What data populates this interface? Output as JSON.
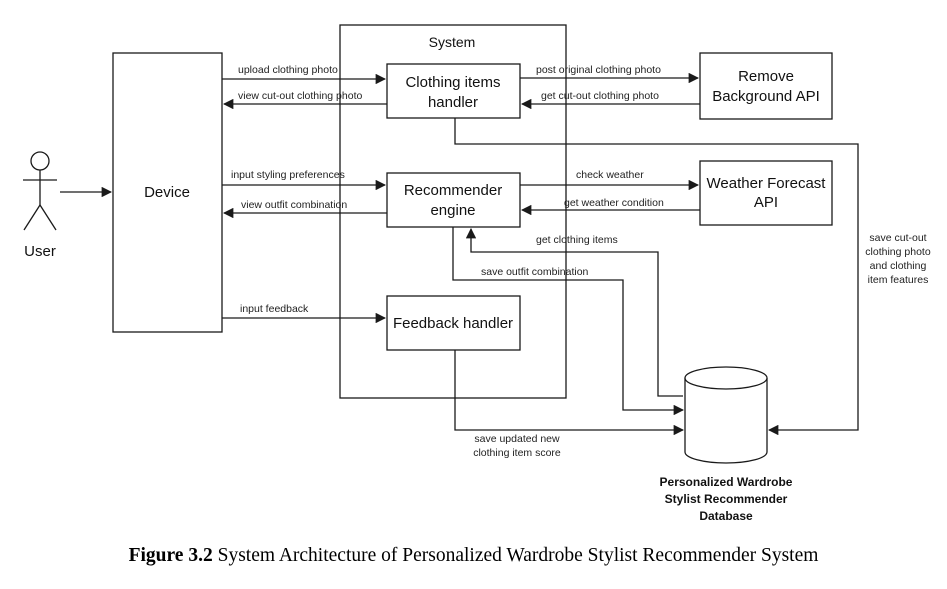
{
  "diagram": {
    "system_label": "System",
    "actor": {
      "label": "User"
    },
    "nodes": {
      "device": "Device",
      "clothing_handler": [
        "Clothing items",
        "handler"
      ],
      "remove_bg_api": [
        "Remove",
        "Background API"
      ],
      "recommender": [
        "Recommender",
        "engine"
      ],
      "weather_api": [
        "Weather Forecast",
        "API"
      ],
      "feedback_handler": "Feedback handler",
      "database": [
        "Personalized Wardrobe",
        "Stylist Recommender",
        "Database"
      ]
    },
    "edges": {
      "upload": "upload clothing photo",
      "view_cutout": "view cut-out clothing photo",
      "post_original": "post original clothing photo",
      "get_cutout": "get cut-out clothing photo",
      "input_styling": "input styling preferences",
      "view_outfit": "view outfit combination",
      "check_weather": "check weather",
      "get_weather": "get weather condition",
      "get_items": "get clothing items",
      "save_outfit": "save outfit combination",
      "input_feedback": "input feedback",
      "save_score": [
        "save updated new",
        "clothing item score"
      ],
      "save_features": [
        "save cut-out",
        "clothing photo",
        "and clothing",
        "item features"
      ]
    },
    "colors": {
      "stroke": "#1a1a1a",
      "background": "#ffffff"
    }
  },
  "caption": {
    "label": "Figure 3.2",
    "text": " System Architecture of Personalized Wardrobe Stylist Recommender System"
  }
}
